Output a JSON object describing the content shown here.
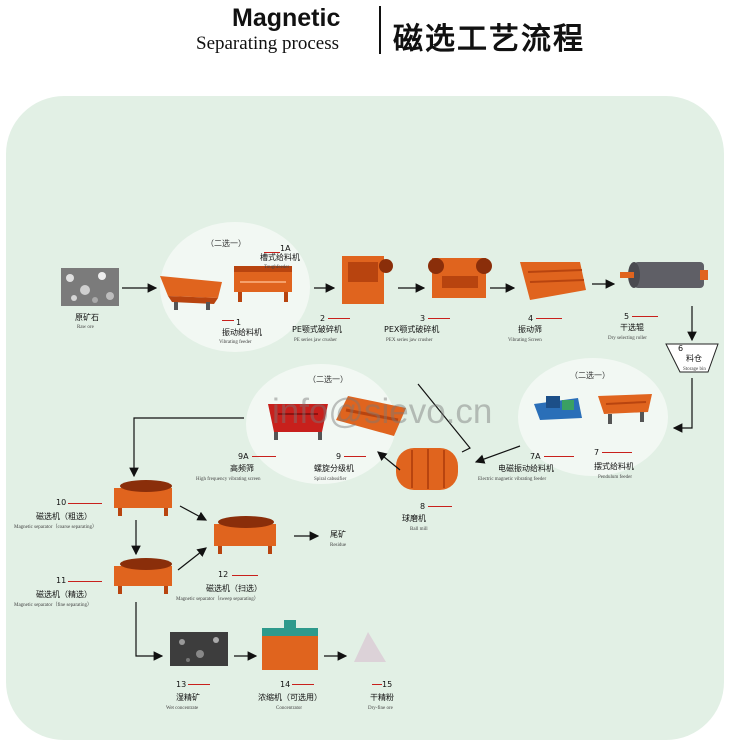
{
  "header": {
    "title_en_line1": "Magnetic",
    "title_en_line2": "Separating process",
    "title_zh": "磁选工艺流程"
  },
  "choose_one": "（二选一）",
  "watermark": "info@sievo.cn",
  "nodes": {
    "raw_ore": {
      "zh": "原矿石",
      "en": "Raw ore"
    },
    "vibrating_feeder": {
      "num": "1",
      "zh": "振动给料机",
      "en": "Vibrating feeder"
    },
    "trough_feeder": {
      "num": "1A",
      "zh": "槽式给料机",
      "en": "Toughfeeder"
    },
    "pe_crusher": {
      "num": "2",
      "zh": "PE颚式破碎机",
      "en": "PE series jaw crusher"
    },
    "pex_crusher": {
      "num": "3",
      "zh": "PEX颚式破碎机",
      "en": "PEX series jaw crusher"
    },
    "vibrating_screen": {
      "num": "4",
      "zh": "振动筛",
      "en": "Vibrating Screen"
    },
    "dry_roller": {
      "num": "5",
      "zh": "干选辊",
      "en": "Dry selecting roller"
    },
    "storage_bin": {
      "num": "6",
      "zh": "料仓",
      "en": "Storage bin"
    },
    "pendulum_feeder": {
      "num": "7",
      "zh": "摆式给料机",
      "en": "Pendulum feeder"
    },
    "em_feeder": {
      "num": "7A",
      "zh": "电磁振动给料机",
      "en": "Electric magnetic vibrating feeder"
    },
    "ball_mill": {
      "num": "8",
      "zh": "球磨机",
      "en": "Ball mill"
    },
    "spiral_classifier": {
      "num": "9",
      "zh": "螺旋分级机",
      "en": "Spiral cabssifier"
    },
    "hf_screen": {
      "num": "9A",
      "zh": "高频筛",
      "en": "High frequency vibrating screen"
    },
    "ms_coarse": {
      "num": "10",
      "zh": "磁选机（粗选）",
      "en": "Magnetic separator（coarse separating）"
    },
    "ms_fine": {
      "num": "11",
      "zh": "磁选机（精选）",
      "en": "Magnetic separator（fine separating）"
    },
    "ms_sweep": {
      "num": "12",
      "zh": "磁选机（扫选）",
      "en": "Magnetic separator（sweep separating）"
    },
    "residue": {
      "zh": "尾矿",
      "en": "Residue"
    },
    "wet_concentrate": {
      "num": "13",
      "zh": "湿精矿",
      "en": "Wet concentrate"
    },
    "concentrator": {
      "num": "14",
      "zh": "浓缩机（可选用）",
      "en": "Concentrator"
    },
    "dry_fine_ore": {
      "num": "15",
      "zh": "干精粉",
      "en": "Dry-fine ore"
    }
  },
  "colors": {
    "panel": "#e2f0e5",
    "machine": "#e0641e",
    "machine_dark": "#b8440f",
    "accent_red": "#c8201c",
    "arrow": "#111111",
    "roller": "#5f5f66",
    "em_blue": "#2a6fb8",
    "concentrator_teal": "#2e9a8c"
  }
}
